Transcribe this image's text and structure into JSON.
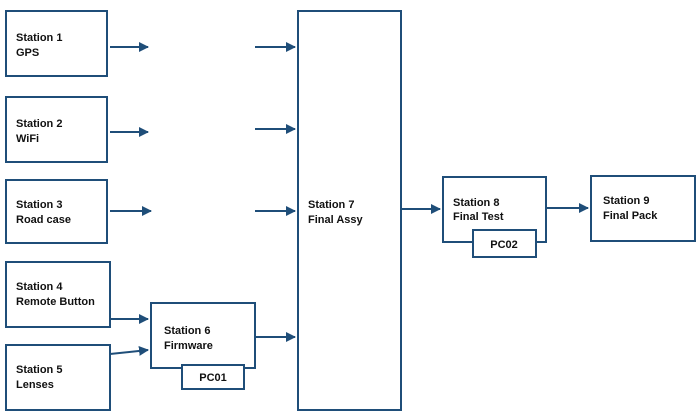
{
  "stations": [
    {
      "id": "s1",
      "name": "Station 1",
      "sub": "GPS"
    },
    {
      "id": "s2",
      "name": "Station 2",
      "sub": "WiFi"
    },
    {
      "id": "s3",
      "name": "Station 3",
      "sub": "Road case"
    },
    {
      "id": "s4",
      "name": "Station 4",
      "sub": "Remote Button"
    },
    {
      "id": "s5",
      "name": "Station 5",
      "sub": "Lenses"
    },
    {
      "id": "s6",
      "name": "Station 6",
      "sub": "Firmware"
    },
    {
      "id": "s7",
      "name": "Station 7",
      "sub": "Final Assy"
    },
    {
      "id": "s8",
      "name": "Station 8",
      "sub": "Final Test"
    },
    {
      "id": "s9",
      "name": "Station 9",
      "sub": "Final Pack"
    }
  ],
  "pcs": [
    {
      "id": "pc01",
      "label": "PC01"
    },
    {
      "id": "pc02",
      "label": "PC02"
    }
  ],
  "colors": {
    "stroke": "#1f4e79",
    "text": "#111111",
    "background": "#ffffff"
  }
}
